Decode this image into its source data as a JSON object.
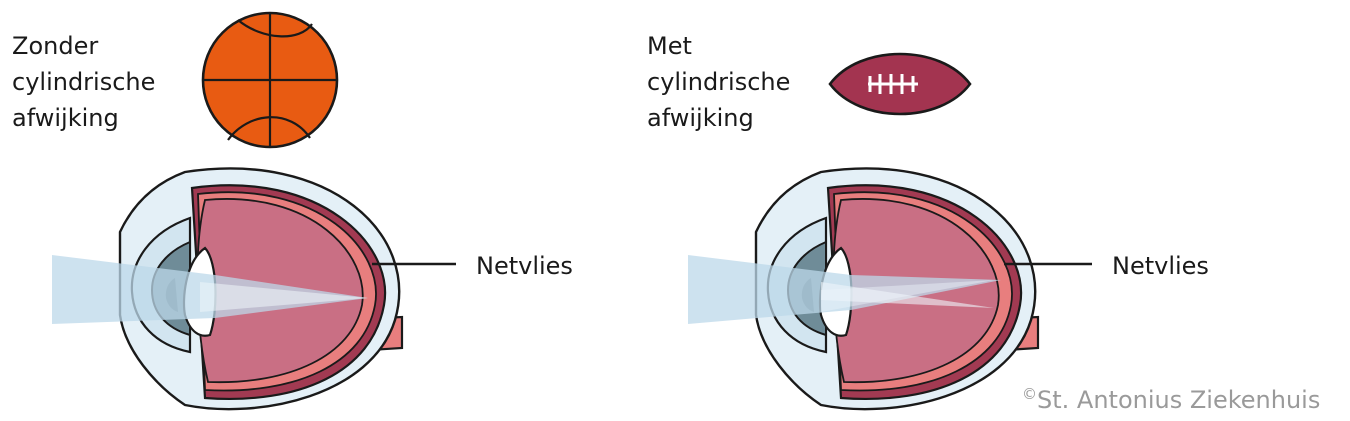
{
  "left_panel": {
    "label_lines": [
      "Zonder",
      "cylindrische",
      "afwijking"
    ],
    "retina_label": "Netvlies",
    "object": "basketball"
  },
  "right_panel": {
    "label_lines": [
      "Met",
      "cylindrische",
      "afwijking"
    ],
    "retina_label": "Netvlies",
    "object": "american-football"
  },
  "copyright": {
    "symbol": "©",
    "text": "St. Antonius Ziekenhuis"
  },
  "colors": {
    "basketball": "#e85b12",
    "football": "#a33450",
    "eye_interior": "#c96f84",
    "eye_wall": "#a23a52",
    "sclera_outer": "#e4f0f7",
    "cornea": "#d2e5f0",
    "iris": "#6f8c98",
    "light_beam": "#bcd8ea",
    "optic_nerve": "#e87e7e"
  }
}
